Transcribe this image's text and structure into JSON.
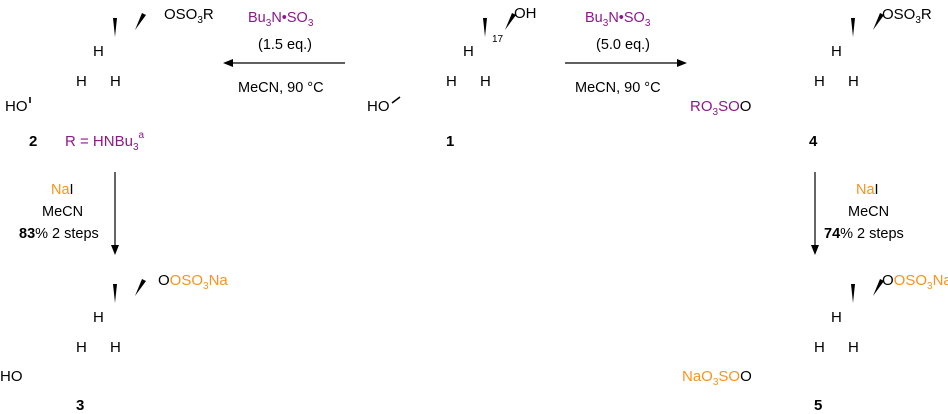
{
  "compounds": {
    "c1": {
      "number": "1",
      "oh_top": "OH",
      "oh_left": "HO",
      "position_label": "17",
      "h_labels": [
        "H",
        "H",
        "H"
      ]
    },
    "c2": {
      "number": "2",
      "sub_top": [
        "OSO",
        "3",
        "R"
      ],
      "oh_left": "HO",
      "r_def": [
        "R = HNBu",
        "3",
        "a"
      ],
      "h_labels": [
        "H",
        "H",
        "H"
      ]
    },
    "c3": {
      "number": "3",
      "sub_top": [
        "OSO",
        "3",
        "Na"
      ],
      "oh_left": "HO",
      "h_labels": [
        "H",
        "H",
        "H"
      ]
    },
    "c4": {
      "number": "4",
      "sub_top": [
        "OSO",
        "3",
        "R"
      ],
      "sub_left": [
        "RO",
        "3",
        "SO"
      ],
      "h_labels": [
        "H",
        "H",
        "H"
      ]
    },
    "c5": {
      "number": "5",
      "sub_top": [
        "OSO",
        "3",
        "Na"
      ],
      "sub_left": [
        "NaO",
        "3",
        "SO"
      ],
      "h_labels": [
        "H",
        "H",
        "H"
      ]
    }
  },
  "reactions": {
    "r1_to_2": {
      "reagent": [
        "Bu",
        "3",
        "N•SO",
        "3"
      ],
      "equiv": "(1.5 eq.)",
      "conditions": "MeCN, 90 °C"
    },
    "r1_to_4": {
      "reagent": [
        "Bu",
        "3",
        "N•SO",
        "3"
      ],
      "equiv": "(5.0 eq.)",
      "conditions": "MeCN, 90 °C"
    },
    "r2_to_3": {
      "reagent_a": "Na",
      "reagent_b": "I",
      "solvent": "MeCN",
      "yield": "83",
      "yield_suffix": "% 2 steps"
    },
    "r4_to_5": {
      "reagent_a": "Na",
      "reagent_b": "I",
      "solvent": "MeCN",
      "yield": "74",
      "yield_suffix": "% 2 steps"
    }
  },
  "colors": {
    "reagent": "#8B1A89",
    "sodium": "#F7941D",
    "bond": "#000000"
  }
}
